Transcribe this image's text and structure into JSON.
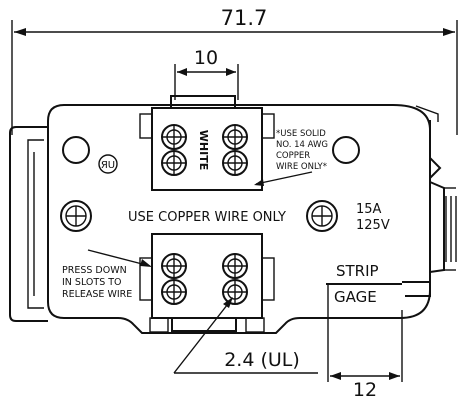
{
  "dimensions": {
    "overall_width": "71.7",
    "terminal_pitch": "10",
    "slot_width": "2.4 (UL)",
    "strip_length": "12"
  },
  "labels": {
    "white": "WHITE",
    "use_solid_line1": "*USE SOLID",
    "use_solid_line2": "NO. 14 AWG",
    "use_solid_line3": "COPPER",
    "use_solid_line4": "WIRE ONLY*",
    "copper_only": "USE COPPER WIRE ONLY",
    "rating_current": "15A",
    "rating_voltage": "125V",
    "press_line1": "PRESS DOWN",
    "press_line2": "IN SLOTS TO",
    "press_line3": "RELEASE WIRE",
    "strip": "STRIP",
    "gage": "GAGE"
  },
  "icons": {
    "ul_mark": "ul-recognized-mark-icon",
    "screw": "screw-icon",
    "wire_slot": "wire-slot-icon"
  }
}
